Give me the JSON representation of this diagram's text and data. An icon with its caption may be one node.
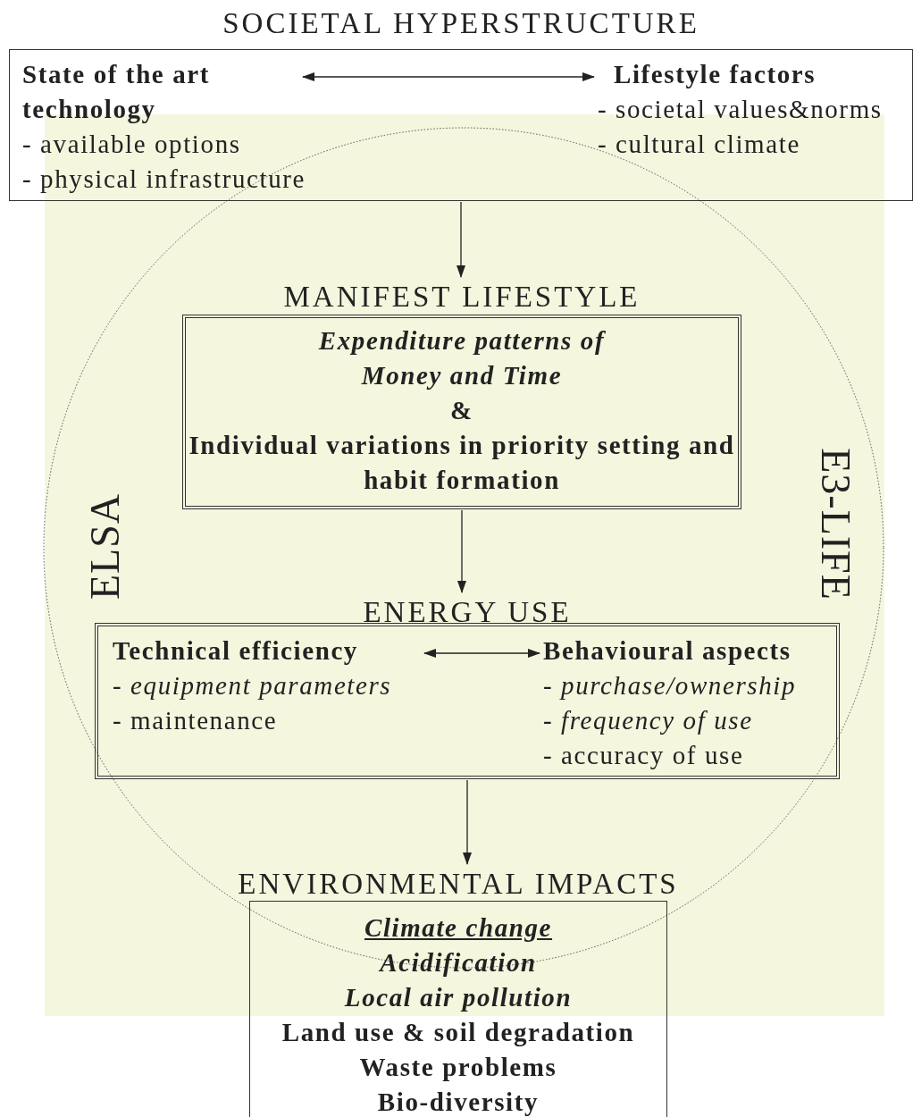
{
  "diagram": {
    "nodes": [
      {
        "text": [
          "SOCIETAL HYPERSTRUCTURE"
        ]
      },
      {
        "text": [
          "State of the art technology",
          "- available options",
          "- physical infrastructure"
        ],
        "in": 0
      },
      {
        "text": [
          "Lifestyle factors",
          "- societal values&norms",
          "- cultural climate"
        ],
        "in": 0
      },
      {
        "text": [
          "MANIFEST LIFESTYLE",
          "Expenditure patterns of Money and Time",
          "&",
          "Individual variations in priority setting and habit formation"
        ]
      },
      {
        "text": [
          "ENERGY USE"
        ]
      },
      {
        "text": [
          "Technical efficiency",
          "- equipment parameters",
          "- maintenance"
        ],
        "in": 4
      },
      {
        "text": [
          "Behavioural aspects",
          "- purchase/ownership",
          "- frequency of use",
          "- accuracy of use"
        ],
        "in": 4
      },
      {
        "text": [
          "ENVIRONMENTAL IMPACTS",
          "Climate change",
          "Acidification",
          "Local air pollution",
          "Land use & soil degradation",
          "Waste problems",
          "Bio-diversity"
        ]
      }
    ],
    "edges": [
      {
        "from": 1,
        "to": 2,
        "arrow": "both"
      },
      {
        "from": 0,
        "to": 3,
        "arrow": "to"
      },
      {
        "from": 3,
        "to": 4,
        "arrow": "to"
      },
      {
        "from": 5,
        "to": 6,
        "arrow": "both"
      },
      {
        "from": 4,
        "to": 7,
        "arrow": "to"
      }
    ],
    "labels": [
      "ELSA",
      "E3-LIFE"
    ]
  }
}
